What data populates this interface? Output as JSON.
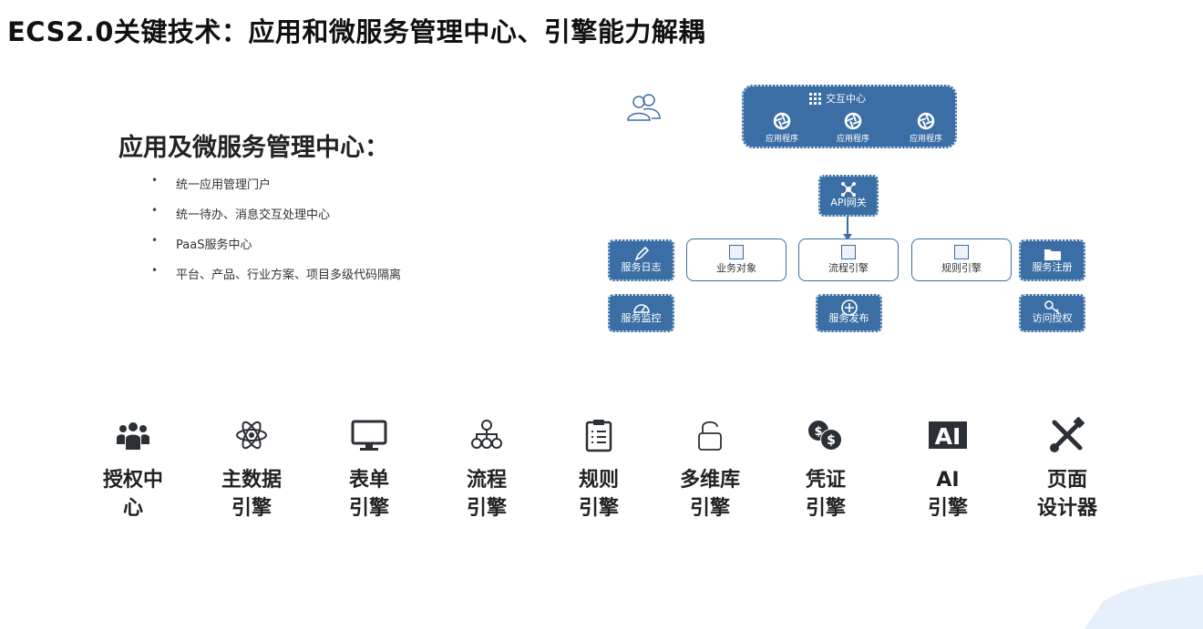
{
  "page": {
    "title": "ECS2.0关键技术：应用和微服务管理中心、引擎能力解耦"
  },
  "left": {
    "heading": "应用及微服务管理中心：",
    "bullets": [
      "统一应用管理门户",
      "统一待办、消息交互处理中心",
      "PaaS服务中心",
      "平台、产品、行业方案、项目多级代码隔离"
    ]
  },
  "diagram": {
    "interaction_center": "交互中心",
    "apps": [
      "应用程序",
      "应用程序",
      "应用程序"
    ],
    "api_gateway": "API网关",
    "service_log": "服务日志",
    "service_monitor": "服务监控",
    "business_object": "业务对象",
    "process_engine": "流程引擎",
    "rule_engine": "规则引擎",
    "service_register": "服务注册",
    "service_publish": "服务发布",
    "access_auth": "访问授权"
  },
  "engines": [
    {
      "line1": "授权中",
      "line2": "心",
      "icon": "team-icon"
    },
    {
      "line1": "主数据",
      "line2": "引擎",
      "icon": "atom-icon"
    },
    {
      "line1": "表单",
      "line2": "引擎",
      "icon": "monitor-icon"
    },
    {
      "line1": "流程",
      "line2": "引擎",
      "icon": "org-chart-icon"
    },
    {
      "line1": "规则",
      "line2": "引擎",
      "icon": "clipboard-icon"
    },
    {
      "line1": "多维库",
      "line2": "引擎",
      "icon": "unlock-icon"
    },
    {
      "line1": "凭证",
      "line2": "引擎",
      "icon": "money-icon"
    },
    {
      "line1": "AI",
      "line2": "引擎",
      "icon": "ai-icon"
    },
    {
      "line1": "页面",
      "line2": "设计器",
      "icon": "tools-icon"
    }
  ],
  "colors": {
    "accent": "#3a6ea5",
    "icon_dark": "#2b2f36"
  }
}
